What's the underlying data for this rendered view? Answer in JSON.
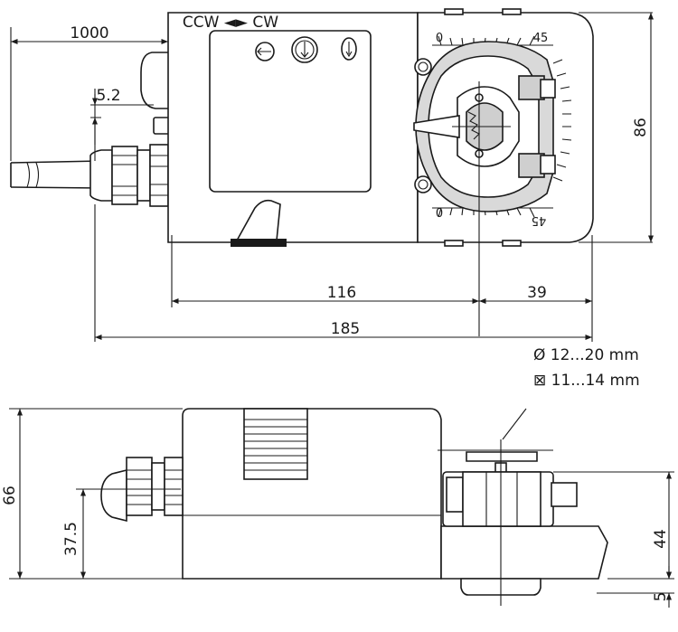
{
  "direction_label": "CCW ◄► CW",
  "scale": {
    "start_top": "0",
    "end_top": "45",
    "start_bottom": "0",
    "end_bottom": "45"
  },
  "dimensions": {
    "cable_length": "1000",
    "cable_offset": "5.2",
    "height_top_view": "86",
    "length_to_axis": "116",
    "axis_to_end": "39",
    "overall_length": "185",
    "height_side_view": "66",
    "axis_height": "37.5",
    "clamp_height": "44",
    "base_offset": "5"
  },
  "shaft_round": "Ø 12...20 mm",
  "shaft_square": "⊠ 11...14 mm"
}
